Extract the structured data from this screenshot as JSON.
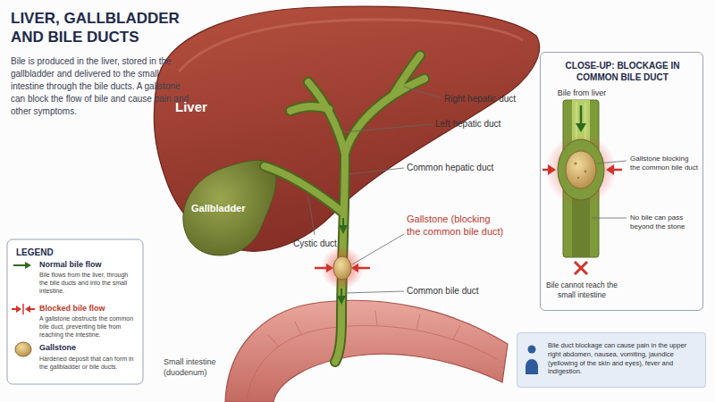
{
  "diagram": {
    "title": "LIVER, GALLBLADDER AND BILE DUCTS",
    "nodes": [
      {
        "text": [
          "CLOSE-UP: BLOCKAGE IN COMMON BILE DUCT",
          "Bile from liver",
          "Gallstone blocking the common bile duct",
          "No bile can pass beyond the stone",
          "Bile cannot reach the small intestine"
        ]
      },
      {
        "text": [
          "Bile duct blockage can cause pain in the upper right abdomen, nausea, vomiting, jaundice (yellowing of the skin and eyes), fever and indigestion."
        ]
      }
    ],
    "labels": [
      "Bile is produced in the liver, stored in the gallbladder and delivered to the small intestine through the bile ducts. A gallstone can block the flow of bile and cause pain and other symptoms.",
      "Liver",
      "Gallbladder",
      "Right hepatic duct",
      "Left hepatic duct",
      "Common hepatic duct",
      "Cystic duct",
      "Gallstone (blocking the common bile duct)",
      "Common bile duct",
      "Small intestine (duodenum)",
      "LEGEND",
      "Bile flows from the liver, through the bile ducts and into the small intestine.",
      "A gallstone obstructs the common bile duct, preventing bile from reaching the intestine.",
      "Hardened deposit that can form in the gallbladder or bile ducts."
    ],
    "legend": [
      {
        "text": "Normal bile flow"
      },
      {
        "text": "Blocked bile flow"
      },
      {
        "text": "Gallstone"
      }
    ]
  }
}
